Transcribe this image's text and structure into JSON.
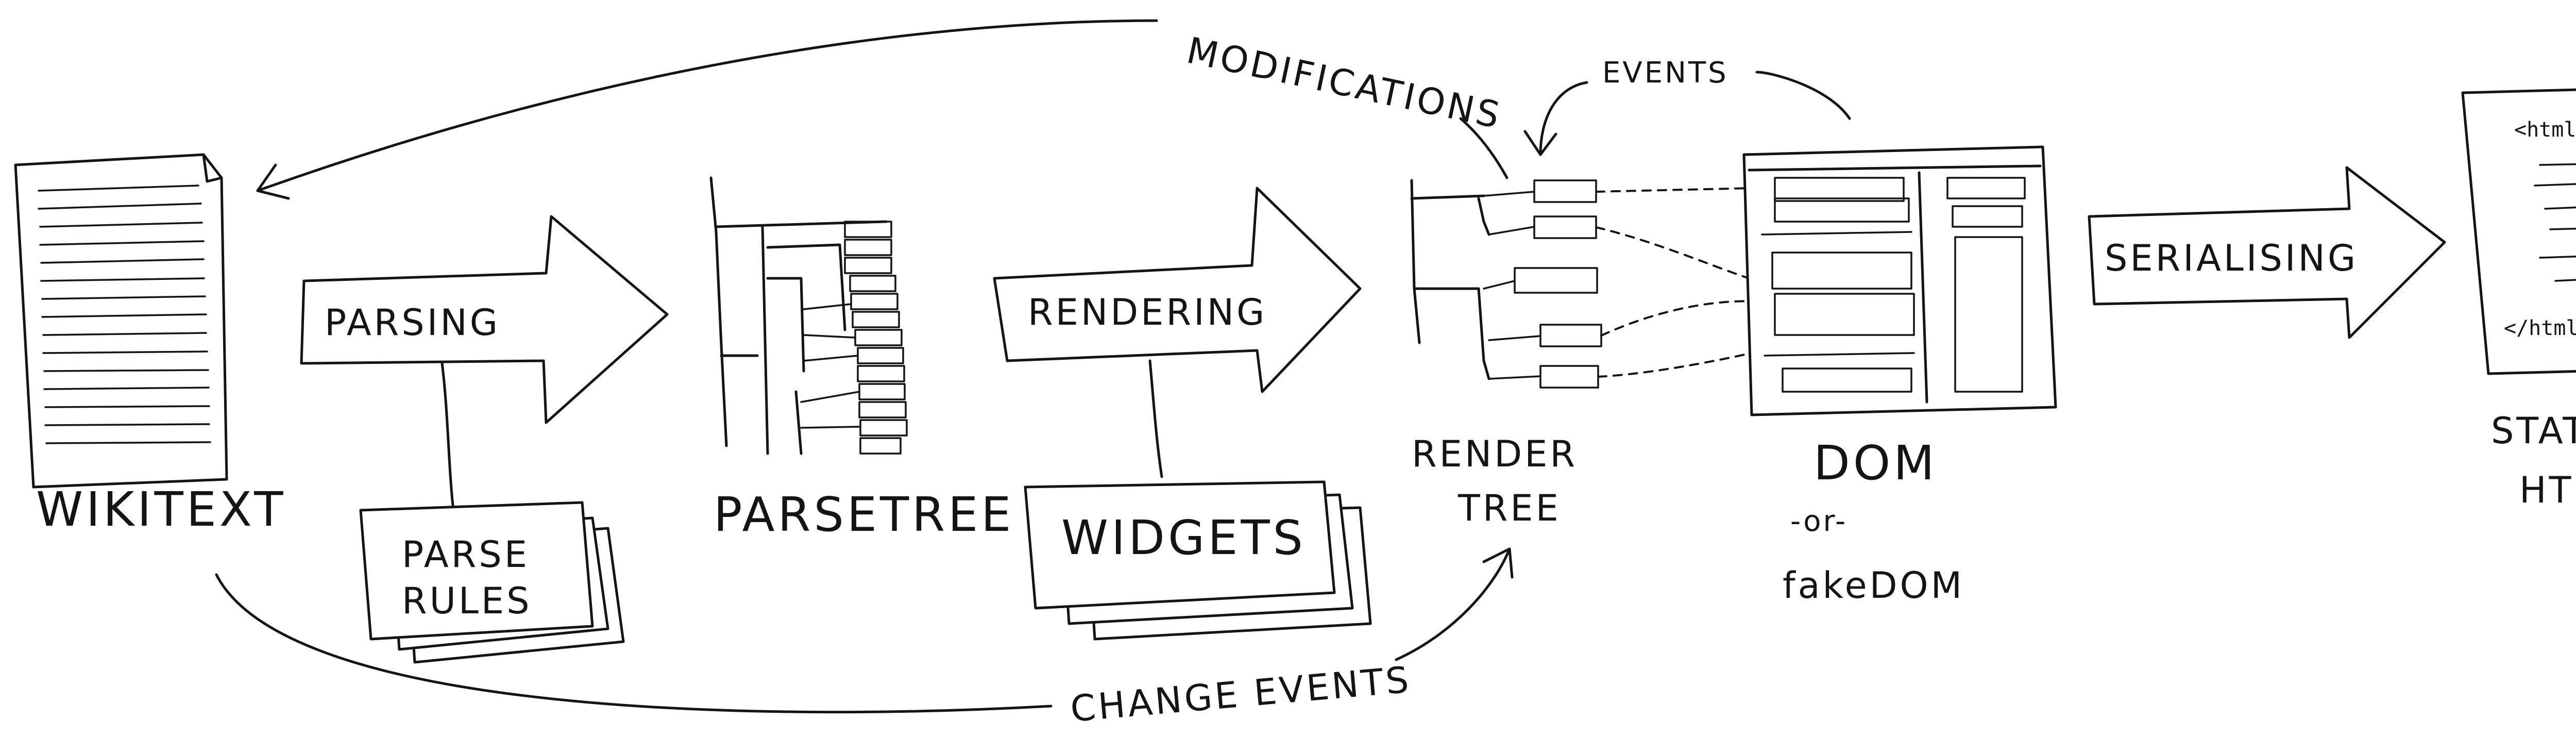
{
  "nodes": {
    "wikitext": "WIKITEXT",
    "parse_tree": "PARSETREE",
    "render_tree_line1": "RENDER",
    "render_tree_line2": "TREE",
    "dom_line1": "DOM",
    "dom_line2": "-or-",
    "dom_line3": "fakeDOM",
    "static_html_line1": "STATIC",
    "static_html_line2": "HTML"
  },
  "arrows": {
    "parsing": "PARSING",
    "rendering": "RENDERING",
    "serialising": "SERIALISING"
  },
  "stacks": {
    "parse_rules_line1": "PARSE",
    "parse_rules_line2": "RULES",
    "widgets": "WIDGETS"
  },
  "flows": {
    "modifications": "MODIFICATIONS",
    "events": "EVENTS",
    "change_events": "CHANGE EVENTS"
  },
  "html_doc": {
    "open_tag": "<html>",
    "close_tag": "</html>"
  },
  "colors": {
    "ink": "#141414",
    "paper": "#ffffff"
  }
}
